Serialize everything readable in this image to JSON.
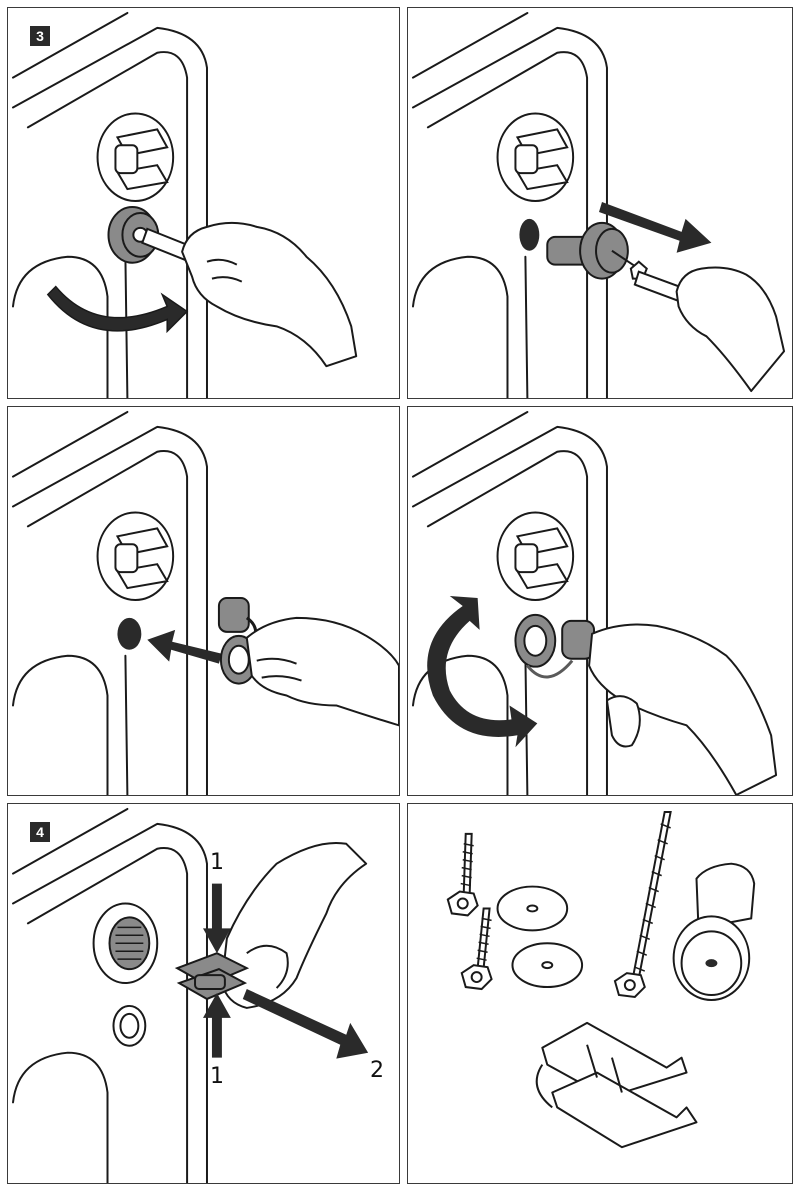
{
  "steps": {
    "step3": "3",
    "step4": "4"
  },
  "callouts": {
    "press_top": "1",
    "press_bottom": "1",
    "pull": "2"
  },
  "colors": {
    "line": "#1a1a1a",
    "part_gray": "#8a8a8a",
    "dark_gray": "#5a5a5a",
    "arrow": "#1a1a1a"
  },
  "panels": [
    {
      "id": "p1",
      "icons": [
        "wrench-icon",
        "hand-icon",
        "curved-arrow-icon",
        "transport-bolt-icon"
      ]
    },
    {
      "id": "p2",
      "icons": [
        "wrench-icon",
        "hand-icon",
        "straight-arrow-icon",
        "transport-bolt-icon"
      ]
    },
    {
      "id": "p3",
      "icons": [
        "cover-cap-icon",
        "hand-icon",
        "straight-arrow-icon"
      ]
    },
    {
      "id": "p4",
      "icons": [
        "cover-cap-icon",
        "hand-icon",
        "curved-arrow-icon"
      ]
    },
    {
      "id": "p5",
      "icons": [
        "hose-clip-icon",
        "hand-icon",
        "press-arrow-icon",
        "pull-arrow-icon"
      ]
    },
    {
      "id": "p6",
      "icons": [
        "screw-icon",
        "washer-icon",
        "transport-bolt-icon",
        "hose-clip-icon"
      ]
    }
  ]
}
